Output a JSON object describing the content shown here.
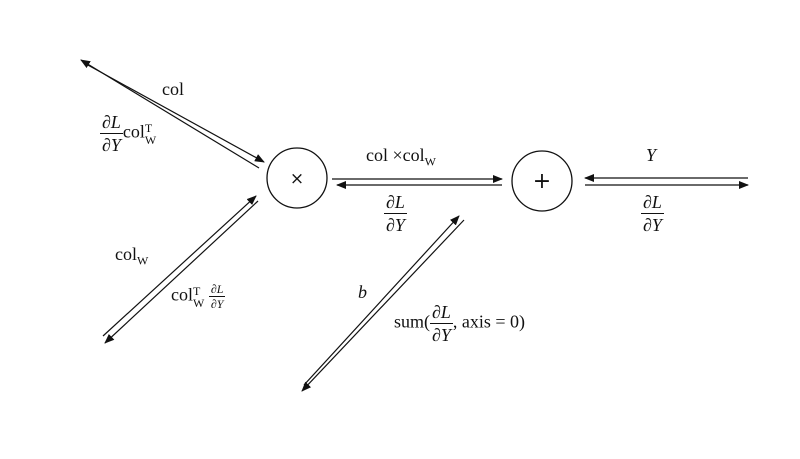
{
  "nodes": {
    "multiply": {
      "symbol": "×"
    },
    "add": {
      "symbol": "+"
    }
  },
  "labels": {
    "col_forward": "col",
    "col_backward": {
      "frac_num": "∂L",
      "frac_den": "∂Y",
      "term": "col",
      "sub": "W",
      "sup": "T"
    },
    "colw_forward": {
      "term": "col",
      "sub": "W"
    },
    "colw_backward": {
      "term": "col",
      "sub": "W",
      "sup": "T",
      "frac_num": "∂L",
      "frac_den": "∂Y"
    },
    "product_forward": {
      "term1": "col",
      "op": "×",
      "term2": "col",
      "sub": "W"
    },
    "product_backward": {
      "frac_num": "∂L",
      "frac_den": "∂Y"
    },
    "b_forward": "b",
    "b_backward": {
      "func": "sum(",
      "frac_num": "∂L",
      "frac_den": "∂Y",
      "rest": ", axis = 0)"
    },
    "y_forward": "Y",
    "y_backward": {
      "frac_num": "∂L",
      "frac_den": "∂Y"
    }
  }
}
